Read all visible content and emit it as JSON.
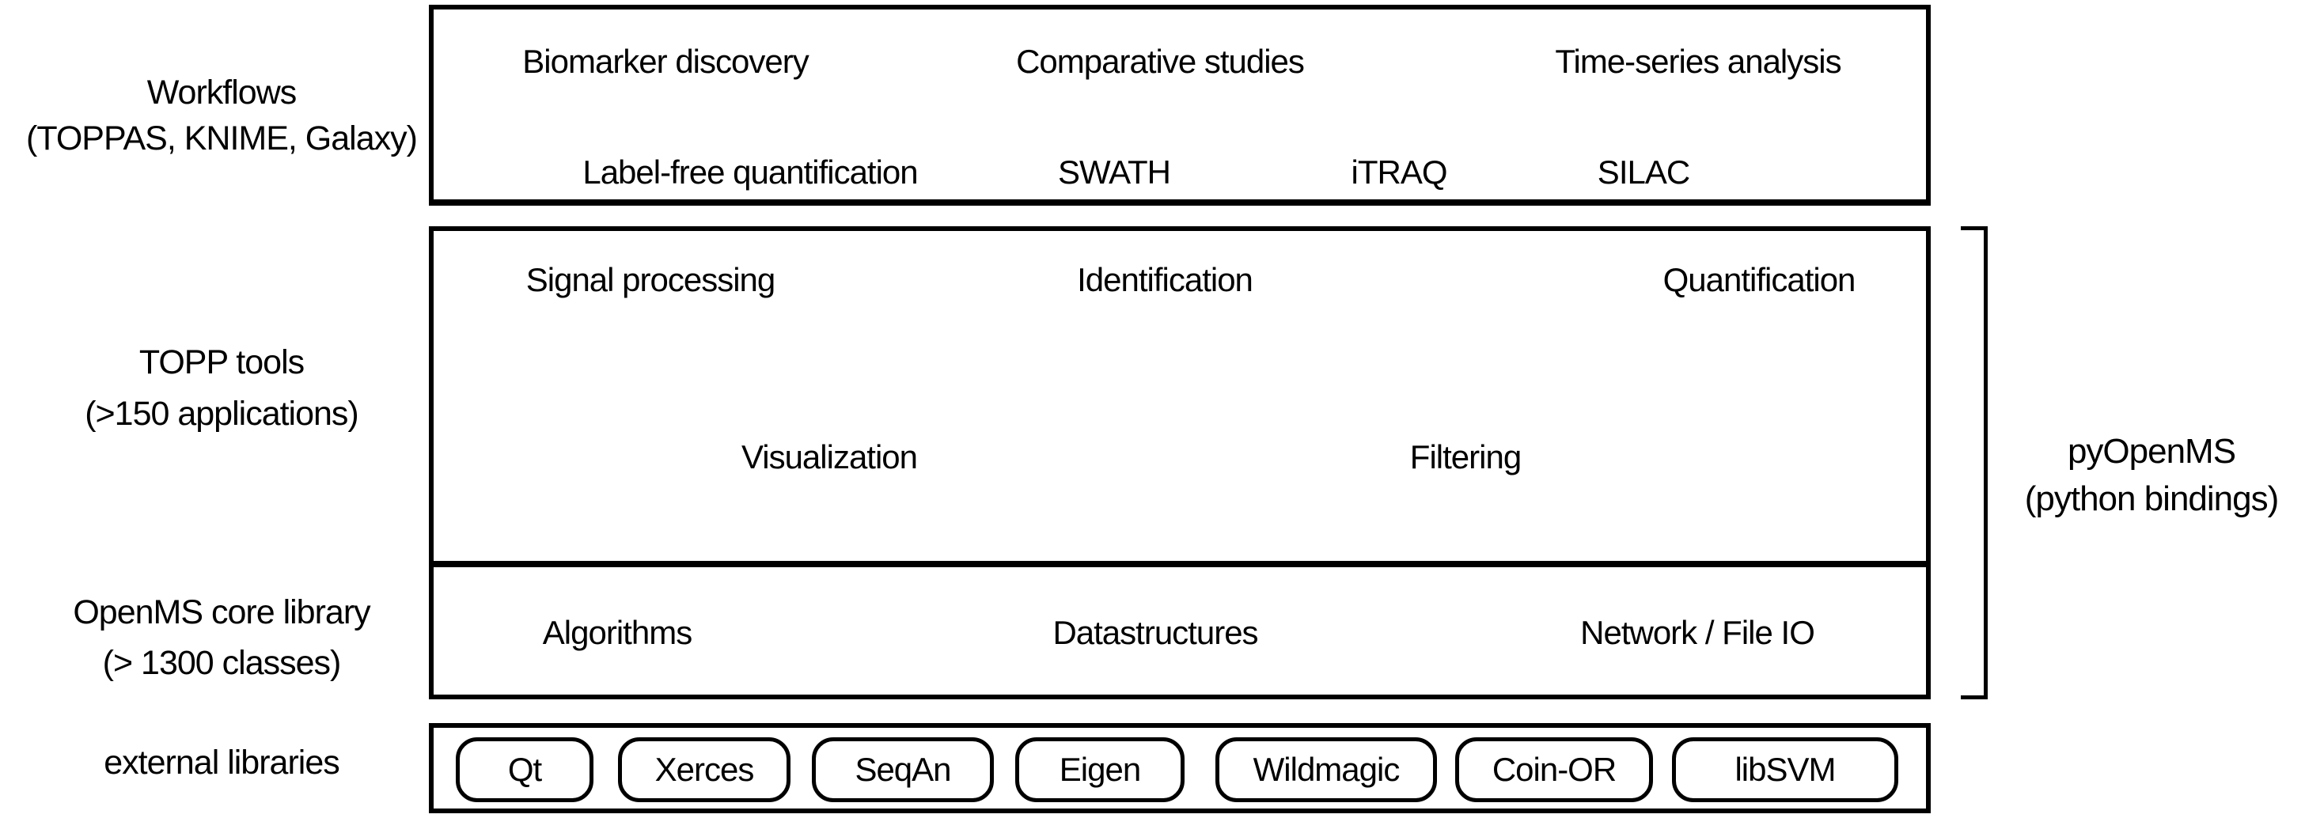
{
  "left_labels": {
    "workflows_line1": "Workflows",
    "workflows_line2": "(TOPPAS, KNIME, Galaxy)",
    "topp_line1": "TOPP tools",
    "topp_line2": "(>150 applications)",
    "core_line1": "OpenMS core library",
    "core_line2": "(> 1300 classes)",
    "external": "external libraries"
  },
  "workflows_box": {
    "row1": [
      "Biomarker discovery",
      "Comparative studies",
      "Time-series analysis"
    ],
    "row2": [
      "Label-free quantification",
      "SWATH",
      "iTRAQ",
      "SILAC"
    ]
  },
  "topp_box": {
    "row1": [
      "Signal processing",
      "Identification",
      "Quantification"
    ],
    "row2": [
      "Visualization",
      "Filtering"
    ]
  },
  "core_box": {
    "row1": [
      "Algorithms",
      "Datastructures",
      "Network / File IO"
    ]
  },
  "external_box": {
    "pills": [
      "Qt",
      "Xerces",
      "SeqAn",
      "Eigen",
      "Wildmagic",
      "Coin-OR",
      "libSVM"
    ]
  },
  "pyopenms": {
    "line1": "pyOpenMS",
    "line2": "(python bindings)"
  },
  "colors": {
    "ink": "#000000",
    "background": "#ffffff"
  }
}
